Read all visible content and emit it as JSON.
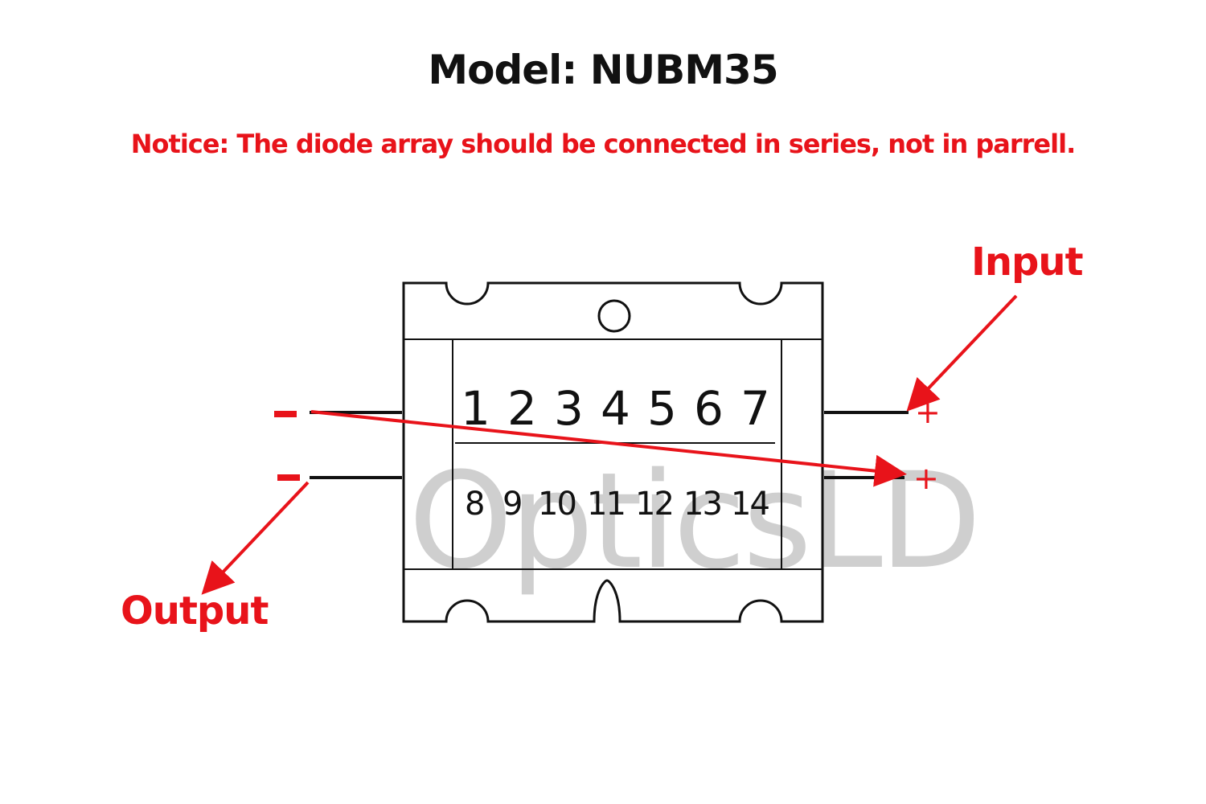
{
  "title": "Model: NUBM35",
  "notice": "Notice: The diode array should be connected in series, not in parrell.",
  "input_label": "Input",
  "output_label": "Output",
  "watermark": "OpticsLD",
  "diodes_top": [
    "1",
    "2",
    "3",
    "4",
    "5",
    "6",
    "7"
  ],
  "diodes_bottom": [
    "8",
    "9",
    "10",
    "11",
    "12",
    "13",
    "14"
  ],
  "terminals": {
    "top_left": "-",
    "bottom_left": "-",
    "top_right": "+",
    "bottom_right": "+"
  },
  "colors": {
    "accent": "#e8131a",
    "line": "#111111",
    "watermark": "#cfcfcf"
  }
}
